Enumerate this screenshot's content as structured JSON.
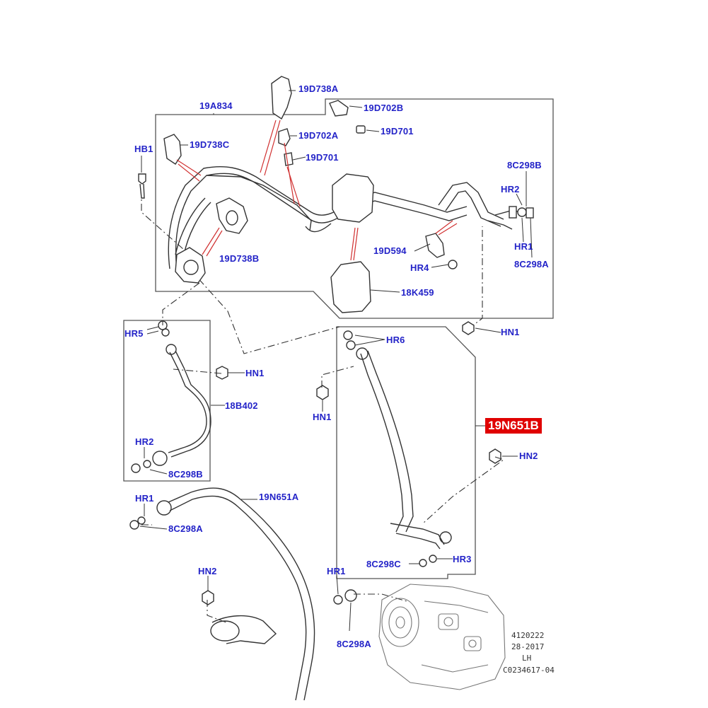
{
  "diagram": {
    "highlighted_part": "19N651B",
    "labels": [
      "19D738A",
      "19A834",
      "19D702B",
      "19D701",
      "19D702A",
      "19D701",
      "19D738C",
      "HB1",
      "8C298B",
      "HR2",
      "HR1",
      "8C298A",
      "19D594",
      "HR4",
      "19D738B",
      "18K459",
      "HN1",
      "HR5",
      "HR6",
      "HN1",
      "HN1",
      "18B402",
      "19N651B",
      "HR2",
      "HN2",
      "8C298B",
      "19N651A",
      "HR1",
      "8C298A",
      "8C298C",
      "HR3",
      "HN2",
      "HR1",
      "8C298A"
    ],
    "reference": {
      "line1": "4120222",
      "line2": "28-2017",
      "line3": "LH",
      "line4": "C0234617-04"
    }
  }
}
